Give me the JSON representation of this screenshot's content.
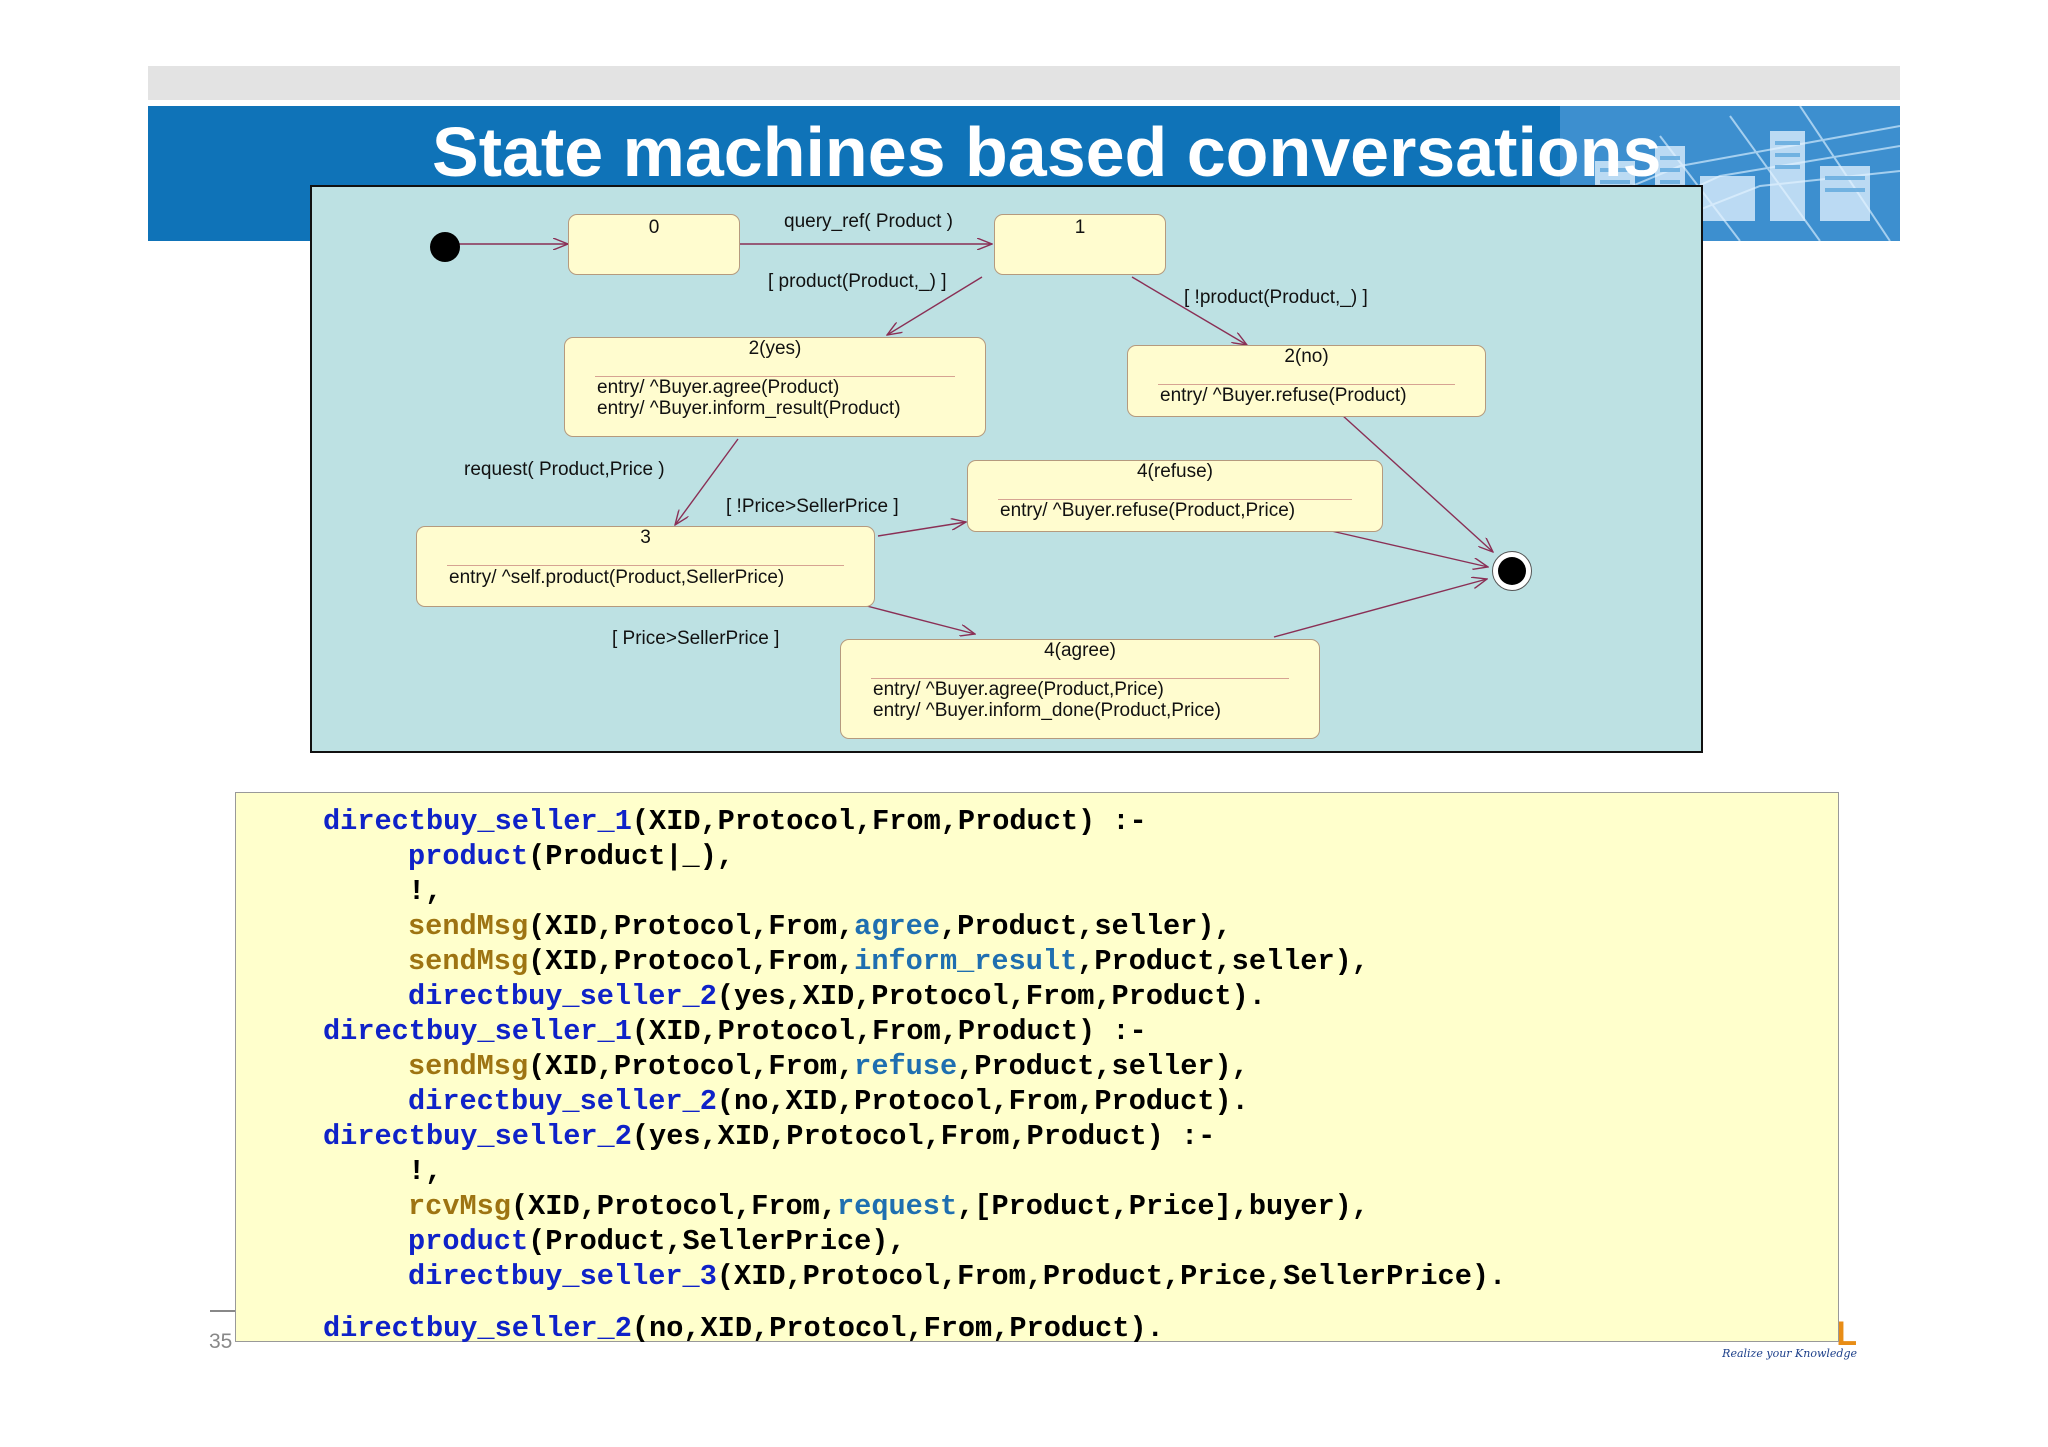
{
  "slide": {
    "title": "State machines based conversations"
  },
  "diagram": {
    "states": {
      "s0": {
        "name": "0",
        "actions": []
      },
      "s1": {
        "name": "1",
        "actions": []
      },
      "s2yes": {
        "name": "2(yes)",
        "actions": [
          "entry/ ^Buyer.agree(Product)",
          "entry/ ^Buyer.inform_result(Product)"
        ]
      },
      "s2no": {
        "name": "2(no)",
        "actions": [
          "entry/ ^Buyer.refuse(Product)"
        ]
      },
      "s3": {
        "name": "3",
        "actions": [
          "entry/ ^self.product(Product,SellerPrice)"
        ]
      },
      "s4refuse": {
        "name": "4(refuse)",
        "actions": [
          "entry/ ^Buyer.refuse(Product,Price)"
        ]
      },
      "s4agree": {
        "name": "4(agree)",
        "actions": [
          "entry/ ^Buyer.agree(Product,Price)",
          "entry/ ^Buyer.inform_done(Product,Price)"
        ]
      }
    },
    "transitions": {
      "query_ref": "query_ref( Product )",
      "guard_product": "[ product(Product,_) ]",
      "guard_not_product": "[ !product(Product,_) ]",
      "request": "request( Product,Price )",
      "guard_not_price": "[ !Price>SellerPrice ]",
      "guard_price": "[ Price>SellerPrice ]"
    }
  },
  "code": {
    "lines": [
      {
        "indent": 0,
        "parts": [
          {
            "t": "directbuy_seller_1",
            "c": "blue"
          },
          {
            "t": "(XID,Protocol,From,Product) :-",
            "c": "black"
          }
        ]
      },
      {
        "indent": 1,
        "parts": [
          {
            "t": "product",
            "c": "blue"
          },
          {
            "t": "(Product|_),",
            "c": "black"
          }
        ]
      },
      {
        "indent": 1,
        "parts": [
          {
            "t": "!,",
            "c": "black"
          }
        ]
      },
      {
        "indent": 1,
        "parts": [
          {
            "t": "sendMsg",
            "c": "gold"
          },
          {
            "t": "(XID,Protocol,From,",
            "c": "black"
          },
          {
            "t": "agree",
            "c": "teal"
          },
          {
            "t": ",Product,seller),",
            "c": "black"
          }
        ]
      },
      {
        "indent": 1,
        "parts": [
          {
            "t": "sendMsg",
            "c": "gold"
          },
          {
            "t": "(XID,Protocol,From,",
            "c": "black"
          },
          {
            "t": "inform_result",
            "c": "teal"
          },
          {
            "t": ",Product,seller),",
            "c": "black"
          }
        ]
      },
      {
        "indent": 1,
        "parts": [
          {
            "t": "directbuy_seller_2",
            "c": "blue"
          },
          {
            "t": "(yes,XID,Protocol,From,Product).",
            "c": "black"
          }
        ]
      },
      {
        "indent": 0,
        "parts": [
          {
            "t": "directbuy_seller_1",
            "c": "blue"
          },
          {
            "t": "(XID,Protocol,From,Product) :-",
            "c": "black"
          }
        ]
      },
      {
        "indent": 1,
        "parts": [
          {
            "t": "sendMsg",
            "c": "gold"
          },
          {
            "t": "(XID,Protocol,From,",
            "c": "black"
          },
          {
            "t": "refuse",
            "c": "teal"
          },
          {
            "t": ",Product,seller),",
            "c": "black"
          }
        ]
      },
      {
        "indent": 1,
        "parts": [
          {
            "t": "directbuy_seller_2",
            "c": "blue"
          },
          {
            "t": "(no,XID,Protocol,From,Product).",
            "c": "black"
          }
        ]
      },
      {
        "indent": 0,
        "parts": [
          {
            "t": "directbuy_seller_2",
            "c": "blue"
          },
          {
            "t": "(yes,XID,Protocol,From,Product) :-",
            "c": "black"
          }
        ]
      },
      {
        "indent": 1,
        "parts": [
          {
            "t": "!,",
            "c": "black"
          }
        ]
      },
      {
        "indent": 1,
        "parts": [
          {
            "t": "rcvMsg",
            "c": "gold"
          },
          {
            "t": "(XID,Protocol,From,",
            "c": "black"
          },
          {
            "t": "request",
            "c": "teal"
          },
          {
            "t": ",[Product,Price],buyer),",
            "c": "black"
          }
        ]
      },
      {
        "indent": 1,
        "parts": [
          {
            "t": "product",
            "c": "blue"
          },
          {
            "t": "(Product,SellerPrice),",
            "c": "black"
          }
        ]
      },
      {
        "indent": 1,
        "parts": [
          {
            "t": "directbuy_seller_3",
            "c": "blue"
          },
          {
            "t": "(XID,Protocol,From,Product,Price,SellerPrice).",
            "c": "black"
          }
        ]
      },
      {
        "indent": 0,
        "parts": [
          {
            "t": "directbuy_seller_2",
            "c": "blue"
          },
          {
            "t": "(no,XID,Protocol,From,Product).",
            "c": "black"
          }
        ]
      }
    ]
  },
  "footer": {
    "page_number": "35",
    "logo_tagline": "Realize your Knowledge"
  },
  "colors": {
    "banner_blue": "#0f73b8",
    "diagram_bg": "#bde1e3",
    "state_fill": "#fffccf",
    "code_bg": "#ffffcc",
    "code_keyword_blue": "#0f22c8",
    "code_msg_gold": "#9e7412",
    "code_performative_teal": "#1f6fb0"
  }
}
